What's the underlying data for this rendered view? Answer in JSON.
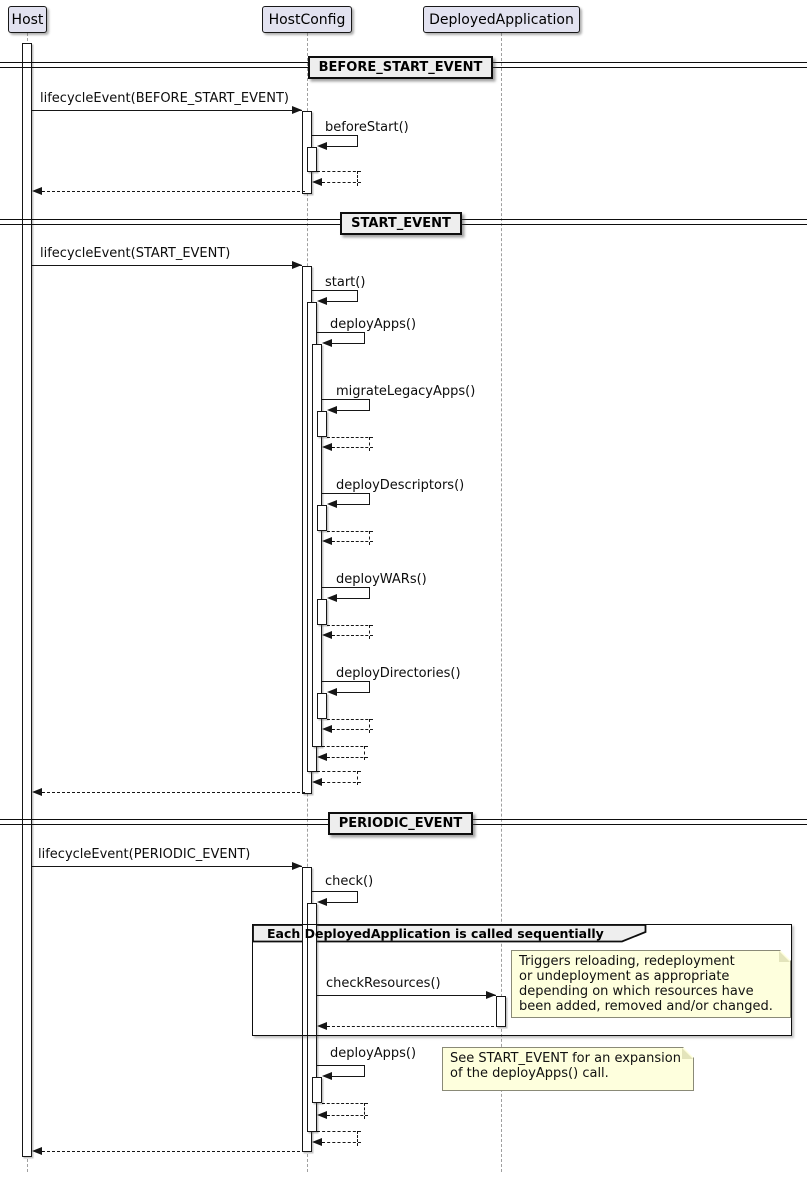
{
  "participants": [
    {
      "label": "Host"
    },
    {
      "label": "HostConfig"
    },
    {
      "label": "DeployedApplication"
    }
  ],
  "dividers": [
    {
      "label": "BEFORE_START_EVENT"
    },
    {
      "label": "START_EVENT"
    },
    {
      "label": "PERIODIC_EVENT"
    }
  ],
  "messages": {
    "lifecycle_before_start": "lifecycleEvent(BEFORE_START_EVENT)",
    "before_start": "beforeStart()",
    "lifecycle_start": "lifecycleEvent(START_EVENT)",
    "start": "start()",
    "deploy_apps": "deployApps()",
    "migrate_legacy_apps": "migrateLegacyApps()",
    "deploy_descriptors": "deployDescriptors()",
    "deploy_wars": "deployWARs()",
    "deploy_directories": "deployDirectories()",
    "lifecycle_periodic": "lifecycleEvent(PERIODIC_EVENT)",
    "check": "check()",
    "check_resources": "checkResources()",
    "deploy_apps_periodic": "deployApps()"
  },
  "group": {
    "title": "Each DeployedApplication is called sequentially"
  },
  "notes": {
    "check_resources_note": "Triggers reloading, redeployment\nor undeployment as appropriate\ndepending on which resources have\nbeen added, removed and/or changed.",
    "deploy_apps_note": "See START_EVENT for an expansion\nof the deployApps() call."
  },
  "colors": {
    "participant_fill": "#E2E2F0",
    "divider_fill": "#EEEEEE",
    "note_fill": "#FEFFDD",
    "line": "#161616",
    "lifeline": "#A0A0A0",
    "background": "#FFFFFF"
  }
}
